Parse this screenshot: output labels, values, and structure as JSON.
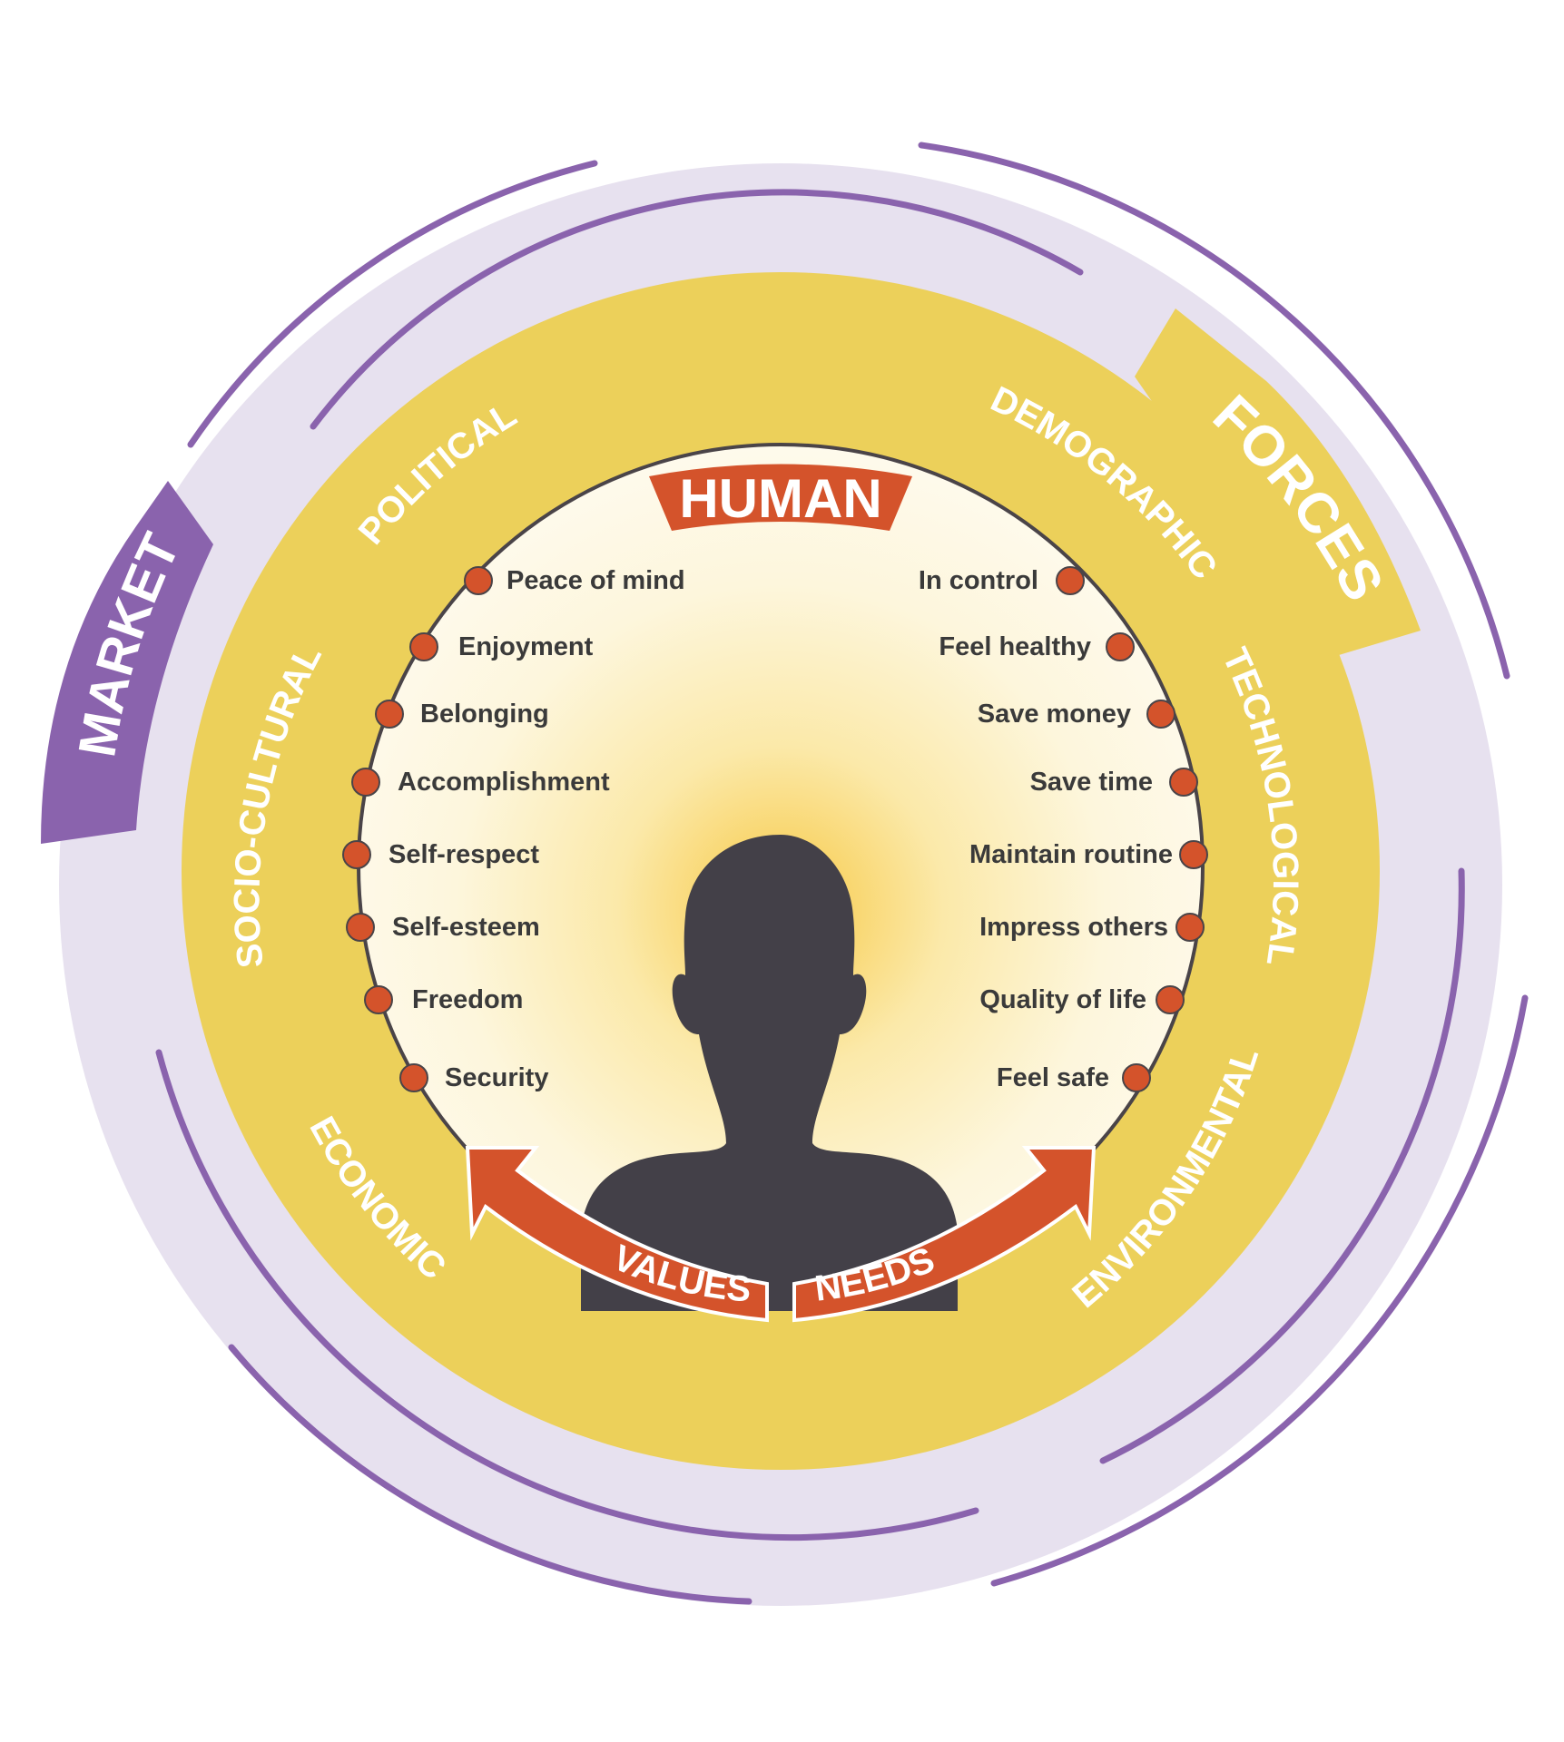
{
  "outer": {
    "market_label": "MARKET",
    "forces_label": "FORCES"
  },
  "forces_ring": {
    "political": "POLITICAL",
    "demographic": "DEMOGRAPHIC",
    "technological": "TECHNOLOGICAL",
    "environmental": "ENVIRONMENTAL",
    "economic": "ECONOMIC",
    "socio_cultural": "SOCIO-CULTURAL"
  },
  "center": {
    "human_label": "HUMAN",
    "values_label": "VALUES",
    "needs_label": "NEEDS"
  },
  "values_items": [
    "Peace of mind",
    "Enjoyment",
    "Belonging",
    "Accomplishment",
    "Self-respect",
    "Self-esteem",
    "Freedom",
    "Security"
  ],
  "needs_items": [
    "In control",
    "Feel healthy",
    "Save money",
    "Save time",
    "Maintain routine",
    "Impress others",
    "Quality of life",
    "Feel safe"
  ],
  "colors": {
    "purple": "#8a63ad",
    "lavender": "#e7e1ef",
    "yellow": "#ecd05a",
    "orange_red": "#d4532b",
    "silhouette": "#434048",
    "text_dark": "#3a3a3a",
    "white": "#ffffff"
  }
}
